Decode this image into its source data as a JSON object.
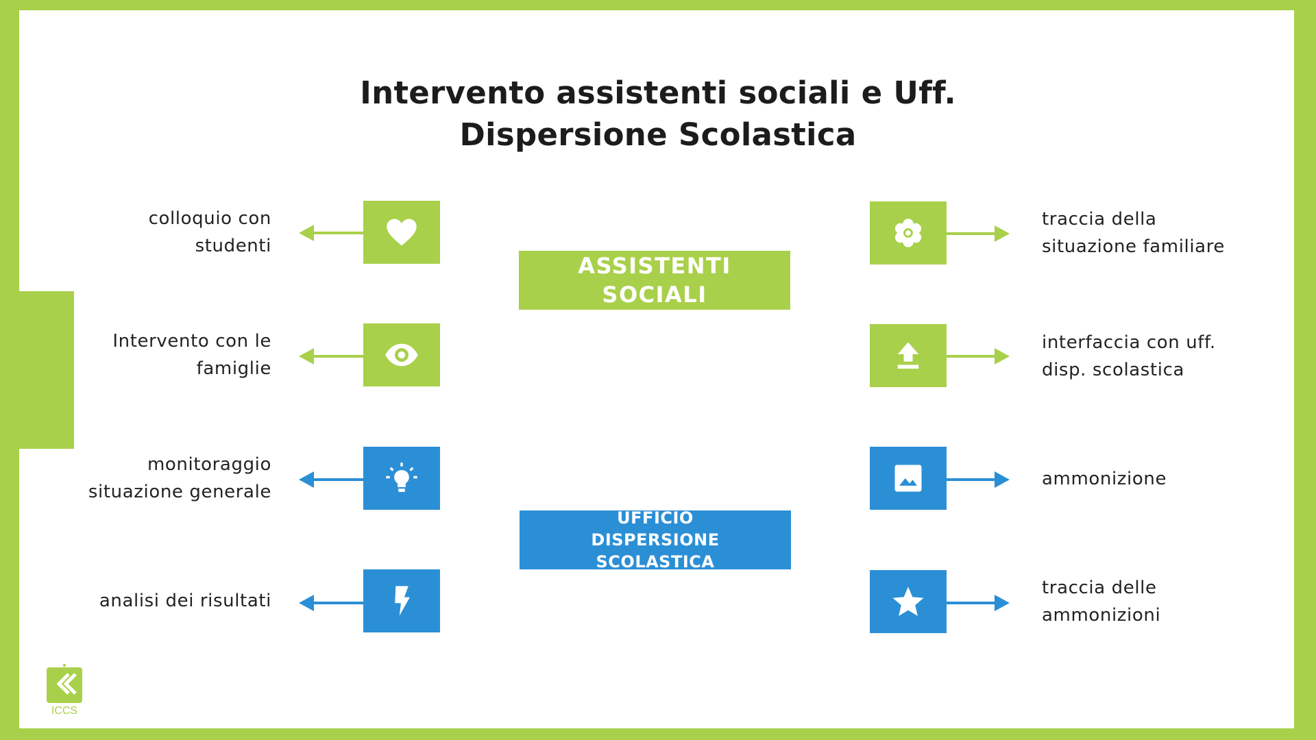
{
  "title": {
    "line1": "Intervento assistenti sociali e Uff.",
    "line2": "Dispersione Scolastica"
  },
  "colors": {
    "green": "#a9d04a",
    "blue": "#2b8fd6",
    "frame": "#a9d04a"
  },
  "center": {
    "assistenti_sociali": "ASSISTENTI SOCIALI",
    "ufficio_dispersione": "UFFICIO DISPERSIONE SCOLASTICA"
  },
  "left_items": [
    {
      "lines": [
        "colloquio con",
        "studenti"
      ],
      "icon": "heart-icon",
      "color": "green"
    },
    {
      "lines": [
        "Intervento con le",
        "famiglie"
      ],
      "icon": "eye-icon",
      "color": "green"
    },
    {
      "lines": [
        "monitoraggio",
        "situazione generale"
      ],
      "icon": "lightbulb-icon",
      "color": "blue"
    },
    {
      "lines": [
        "analisi dei risultati"
      ],
      "icon": "lightning-icon",
      "color": "blue"
    }
  ],
  "right_items": [
    {
      "lines": [
        "traccia della",
        "situazione familiare"
      ],
      "icon": "flower-icon",
      "color": "green"
    },
    {
      "lines": [
        "interfaccia con uff.",
        "disp. scolastica"
      ],
      "icon": "upload-icon",
      "color": "green"
    },
    {
      "lines": [
        "ammonizione"
      ],
      "icon": "image-icon",
      "color": "blue"
    },
    {
      "lines": [
        "traccia delle",
        "ammonizioni"
      ],
      "icon": "star-icon",
      "color": "blue"
    }
  ],
  "logo": {
    "text": "ICCS",
    "icon": "iccs-logo-icon"
  }
}
